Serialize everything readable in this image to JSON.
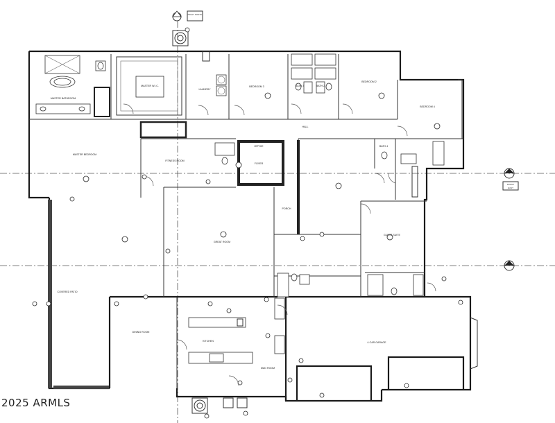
{
  "watermark": "2025 ARMLS",
  "north_note": "RIGHT NORTH",
  "sections": {
    "front": "FRONT",
    "east": "EAST"
  },
  "rooms": {
    "master_bath": "MASTER BATHROOM",
    "master_wic": "MASTER W.I.C.",
    "laundry": "LAUNDRY",
    "bedroom_3": "BEDROOM 3",
    "bath_3": "BATH 3",
    "bath_2": "BATH 2",
    "bedroom_2": "BEDROOM 2",
    "bedroom_4": "BEDROOM 4",
    "hall": "HALL",
    "master_bedroom": "MASTER BEDROOM",
    "fitness_room": "FITNESS ROOM",
    "foyer": "FOYER",
    "office": "OFFICE",
    "porch": "PORCH",
    "bath_4": "BATH 4",
    "great_room": "GREAT ROOM",
    "guest_suite": "GUEST SUITE",
    "covered_patio": "COVERED PATIO",
    "dining_room": "DINING ROOM",
    "kitchen": "KITCHEN",
    "4car_garage": "4-CAR GARAGE",
    "mud_room": "MUD ROOM"
  },
  "icons": [
    "north-arrow-icon",
    "section-marker-icon",
    "smoke-detector-icon",
    "ceiling-fan-icon",
    "electrical-outlet-icon"
  ]
}
